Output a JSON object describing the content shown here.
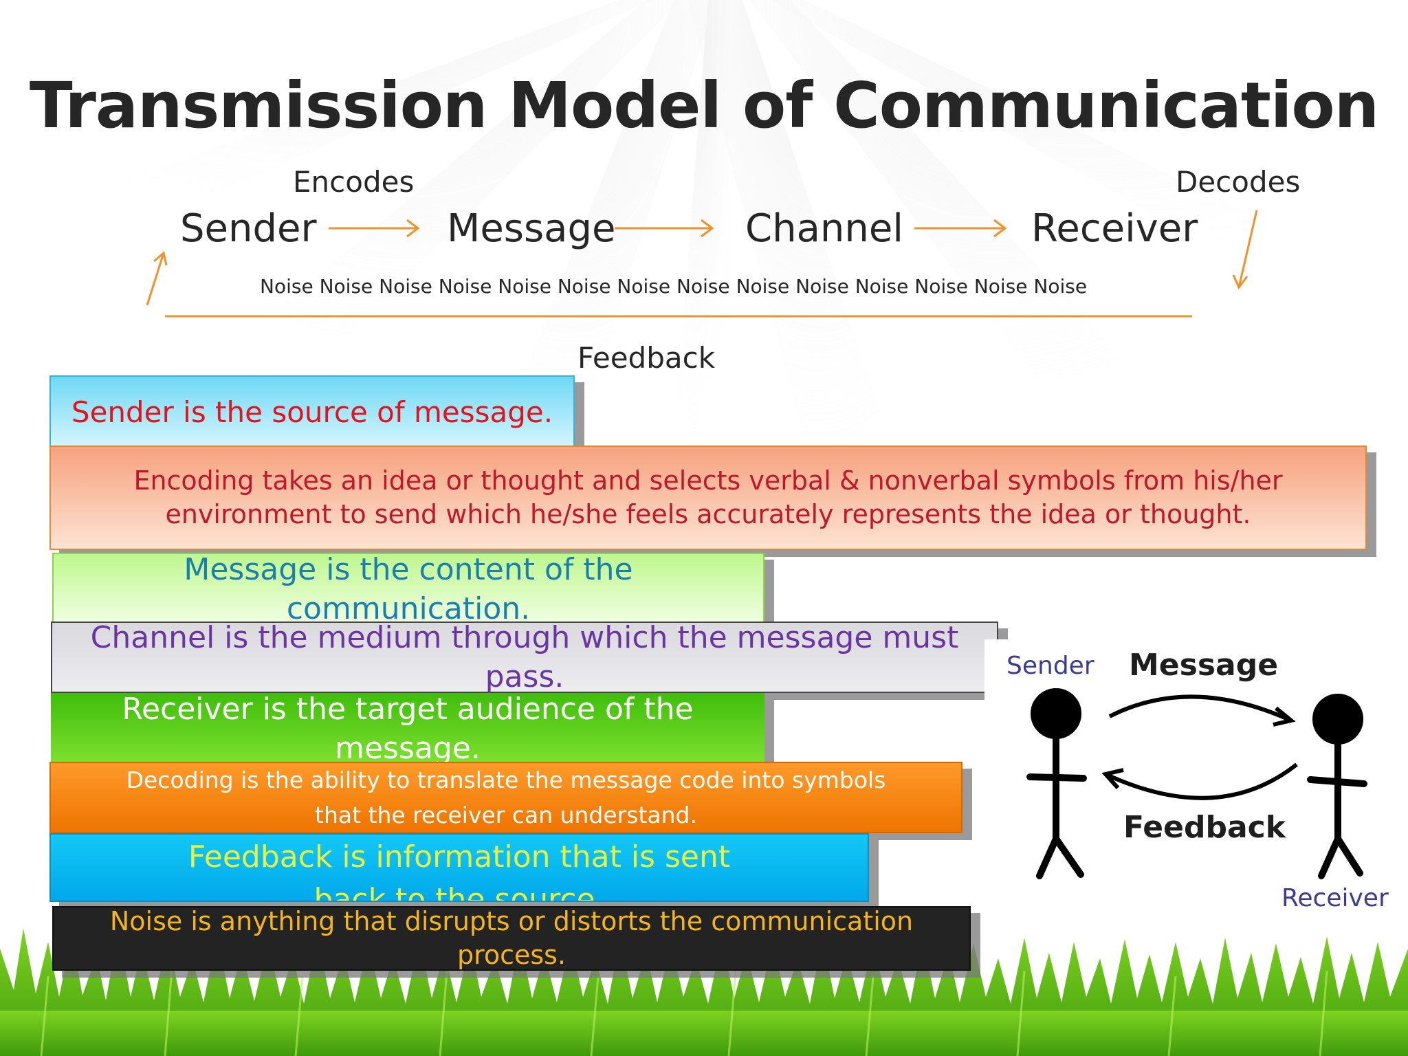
{
  "title": "Transmission Model of Communication",
  "flow": {
    "encodes": "Encodes",
    "decodes": "Decodes",
    "sender": "Sender",
    "message": "Message",
    "channel": "Channel",
    "receiver": "Receiver",
    "noise": "Noise Noise Noise Noise Noise Noise Noise Noise Noise Noise Noise Noise Noise Noise",
    "feedback": "Feedback",
    "arrow_color": "#f0922b"
  },
  "definitions": {
    "sender": "Sender is the source of message.",
    "encoding": "Encoding takes an idea or thought and selects verbal & nonverbal symbols from his/her environment to send which he/she feels accurately represents the idea or thought.",
    "message": "Message is the content of the communication.",
    "channel": "Channel is the medium through which the message must pass.",
    "receiver": "Receiver is the target audience of the message.",
    "decoding": "Decoding is the ability to translate the message code into symbols that the receiver can understand.",
    "feedback": "Feedback is information that is sent back to the source.",
    "noise": "Noise is anything that disrupts or distorts the communication process."
  },
  "figure": {
    "sender": "Sender",
    "message": "Message",
    "feedback": "Feedback",
    "receiver": "Receiver"
  }
}
